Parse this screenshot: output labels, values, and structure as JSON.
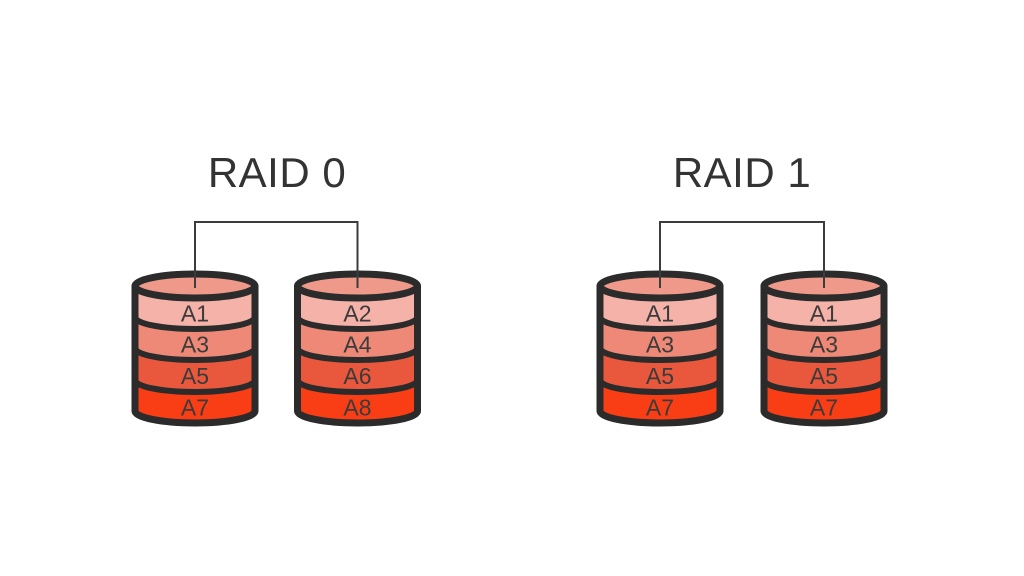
{
  "diagram": {
    "groups": [
      {
        "title": "RAID 0",
        "disks": [
          {
            "blocks": [
              "A1",
              "A3",
              "A5",
              "A7"
            ]
          },
          {
            "blocks": [
              "A2",
              "A4",
              "A6",
              "A8"
            ]
          }
        ]
      },
      {
        "title": "RAID 1",
        "disks": [
          {
            "blocks": [
              "A1",
              "A3",
              "A5",
              "A7"
            ]
          },
          {
            "blocks": [
              "A1",
              "A3",
              "A5",
              "A7"
            ]
          }
        ]
      }
    ],
    "colors": {
      "background": "#ffffff",
      "outline": "#2b2b2b",
      "connector": "#3c3c3c",
      "title_text": "#333333",
      "label_text": "#3b3b3b",
      "disk_top": "#ef998b",
      "bands": [
        "#f4b2a9",
        "#ee8977",
        "#e9573c",
        "#f93e15"
      ]
    }
  }
}
